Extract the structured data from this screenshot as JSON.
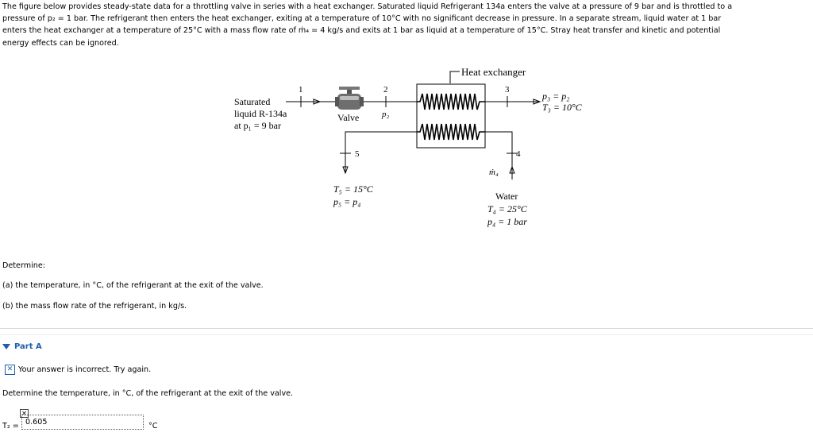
{
  "problem": {
    "line1": "The figure below provides steady-state data for a throttling valve in series with a heat exchanger. Saturated liquid Refrigerant 134a enters the valve at a pressure of 9 bar and is throttled to a",
    "line2": "pressure of p₂ = 1 bar. The refrigerant then enters the heat exchanger, exiting at a temperature of 10°C with no significant decrease in pressure. In a separate stream, liquid water at 1 bar",
    "line3": "enters the heat exchanger at a temperature of 25°C with a mass flow rate of ṁ₄ = 4 kg/s and exits at 1 bar as liquid at a temperature of 15°C. Stray heat transfer and kinetic and potential",
    "line4": "energy effects can be ignored."
  },
  "figure": {
    "heat_exchanger_label": "Heat exchanger",
    "inlet_label_1": "Saturated",
    "inlet_label_2": "liquid R-134a",
    "inlet_label_3": "at p₁ = 9 bar",
    "valve_label": "Valve",
    "state1": "1",
    "state2": "2",
    "state3": "3",
    "state4": "4",
    "state5": "5",
    "p2_label": "p₂",
    "exit_p": "p₃ = p₂",
    "exit_t": "T₃ = 10°C",
    "water_out_t": "T₅ = 15°C",
    "water_out_p": "p₅ = p₄",
    "m4_label": "ṁ₄",
    "water_label": "Water",
    "water_in_t": "T₄ = 25°C",
    "water_in_p": "p₄ = 1 bar"
  },
  "questions": {
    "determine": "Determine:",
    "a": "(a) the temperature, in °C, of the refrigerant at the exit of the valve.",
    "b": "(b) the mass flow rate of the refrigerant, in kg/s."
  },
  "part_a": {
    "title": "Part A",
    "feedback": "Your answer is incorrect.  Try again.",
    "prompt": "Determine the temperature, in °C, of the refrigerant at the exit of the valve.",
    "answer_label": "T₂ =",
    "answer_value": "0.605",
    "unit": "°C"
  },
  "colors": {
    "accent": "#1f5fa8"
  }
}
